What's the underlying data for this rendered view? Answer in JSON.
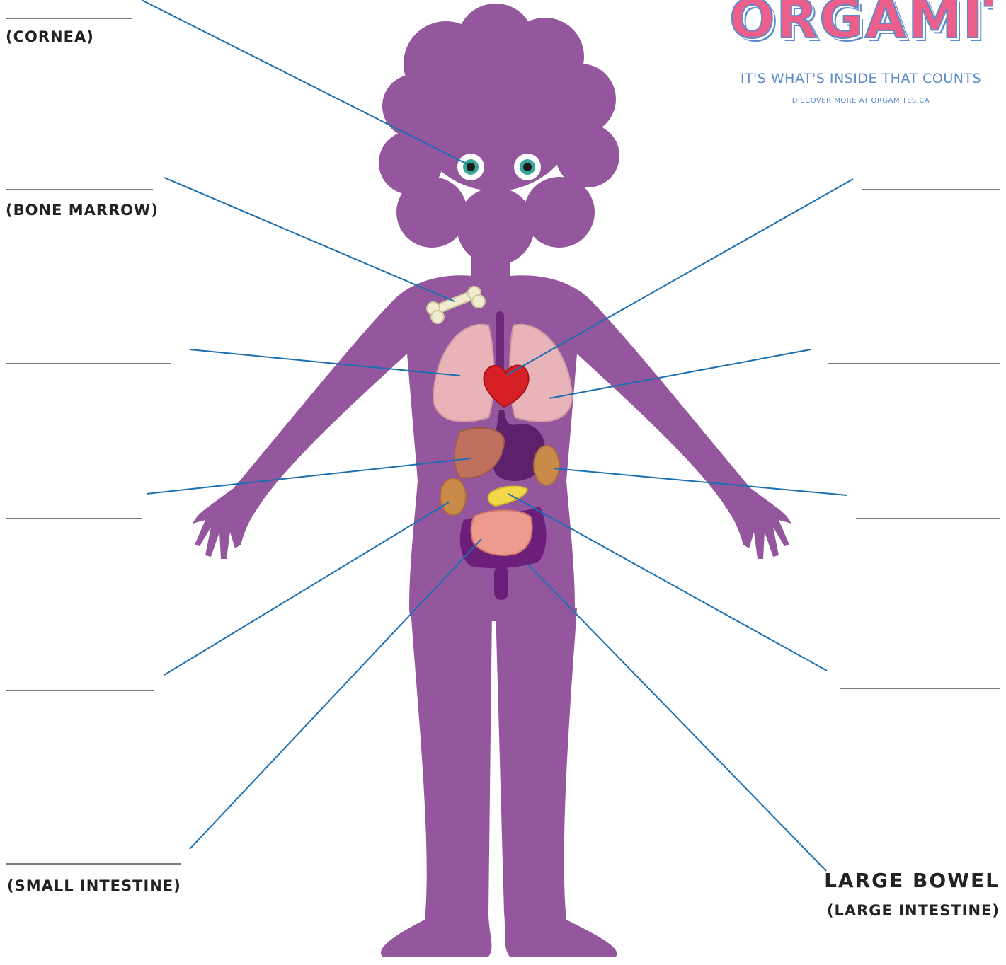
{
  "brand": {
    "name": "ORGAMITES",
    "tagline": "IT'S WHAT'S INSIDE THAT COUNTS",
    "discover": "DISCOVER MORE AT ORGAMITES.CA"
  },
  "labels": {
    "cornea": "(CORNEA)",
    "bone_marrow": "(BONE MARROW)",
    "small_intestine": "(SMALL INTESTINE)",
    "large_bowel": "LARGE BOWEL",
    "large_intestine": "(LARGE INTESTINE)"
  },
  "colors": {
    "body": "#94569d",
    "leader_line": "#1b6fb0",
    "answer_line": "#7a7a7a",
    "logo_fill": "#ec5f8a",
    "logo_outline": "#5b8bcb"
  }
}
